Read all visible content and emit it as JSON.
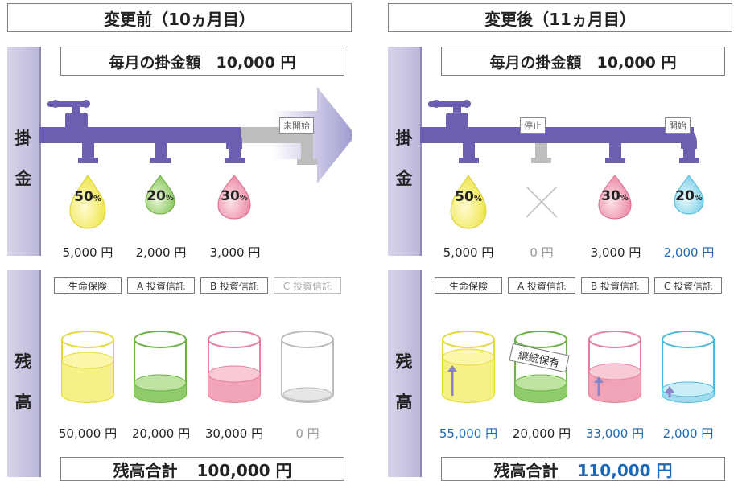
{
  "before": {
    "title": "変更前（10ヵ月目）",
    "side_top": [
      "掛",
      "金"
    ],
    "side_bottom": [
      "残",
      "高"
    ],
    "monthly": "毎月の掛金額　10,000 円",
    "status_tag": "未開始",
    "drops": [
      {
        "pct": "50",
        "unit": "%",
        "amount": "5,000 円"
      },
      {
        "pct": "20",
        "unit": "%",
        "amount": "2,000 円"
      },
      {
        "pct": "30",
        "unit": "%",
        "amount": "3,000 円"
      }
    ],
    "funds": [
      "生命保険",
      "A 投資信託",
      "B 投資信託",
      "C 投資信託"
    ],
    "balances": [
      "50,000 円",
      "20,000 円",
      "30,000 円",
      "0 円"
    ],
    "total_label": "残高合計",
    "total_value": "100,000 円"
  },
  "after": {
    "title": "変更後（11ヵ月目）",
    "side_top": [
      "掛",
      "金"
    ],
    "side_bottom": [
      "残",
      "高"
    ],
    "monthly": "毎月の掛金額　10,000 円",
    "stop_tag": "停止",
    "start_tag": "開始",
    "drops": [
      {
        "pct": "50",
        "unit": "%",
        "amount": "5,000 円"
      },
      {
        "pct": "",
        "unit": "",
        "amount": "0 円"
      },
      {
        "pct": "30",
        "unit": "%",
        "amount": "3,000 円"
      },
      {
        "pct": "20",
        "unit": "%",
        "amount": "2,000 円"
      }
    ],
    "funds": [
      "生命保険",
      "A 投資信託",
      "B 投資信託",
      "C 投資信託"
    ],
    "balances": [
      "55,000 円",
      "20,000 円",
      "33,000 円",
      "2,000 円"
    ],
    "hold_label": "継続保有",
    "total_label": "残高合計",
    "total_value": "110,000 円"
  },
  "colors": {
    "pipe": "#6a5fb0",
    "pipe_gray": "#bdbdbd",
    "yellow": "#f5ef7a",
    "green": "#8fcb6b",
    "pink": "#f1a3b8",
    "cyan": "#9fdcef",
    "blue_text": "#1a68b8"
  }
}
